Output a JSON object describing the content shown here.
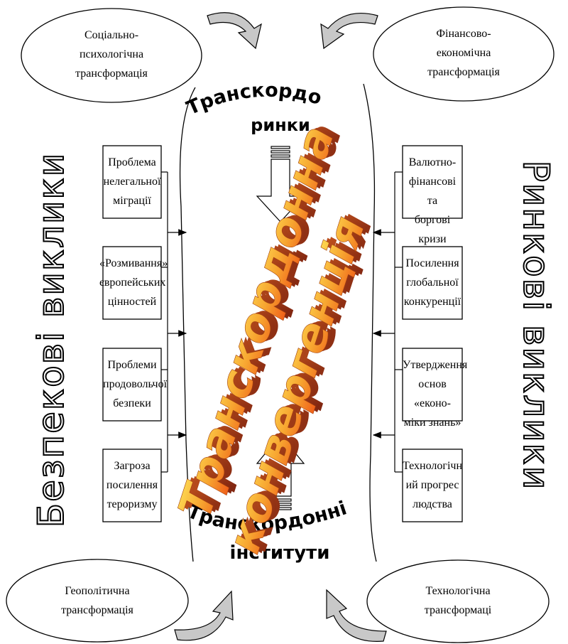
{
  "ellipses": {
    "top_left": "Соціально-\nпсихологічна\nтрансформація",
    "top_right": "Фінансово-\nекономічна\nтрансформація",
    "bottom_left": "Геополітична\nтрансформація",
    "bottom_right": "Технологічна\nтрансформаці"
  },
  "left_boxes": [
    "Проблема\nнелегальної\nміграції",
    "«Розмивання»\nєвропейських\nцінностей",
    "Проблеми\nпродовольчої\nбезпеки",
    "Загроза\nпосилення\nтероризму"
  ],
  "right_boxes": [
    "Валютно-\nфінансові та\nборгові кризи",
    "Посилення\nглобальної\nконкуренції",
    "Утвердження\nоснов «еконо-\nміки знань»",
    "Технологічн\nий прогрес\nлюдства"
  ],
  "side_titles": {
    "left": "Безпекові виклики",
    "right": "Ринкові виклики"
  },
  "arc_titles": {
    "top_line1": "Транскордонн і",
    "top_line2": "ринки",
    "bottom_line1": "Транскордонні",
    "bottom_line2": "інститути"
  },
  "center_title": {
    "line1": "Транскордонна",
    "line2": "конвергенція"
  },
  "colors": {
    "wordart_top": "#ffd84a",
    "wordart_bottom": "#f06d1e",
    "wordart_side": "#b5381a",
    "curved_arrow": "#c8c8c8"
  }
}
